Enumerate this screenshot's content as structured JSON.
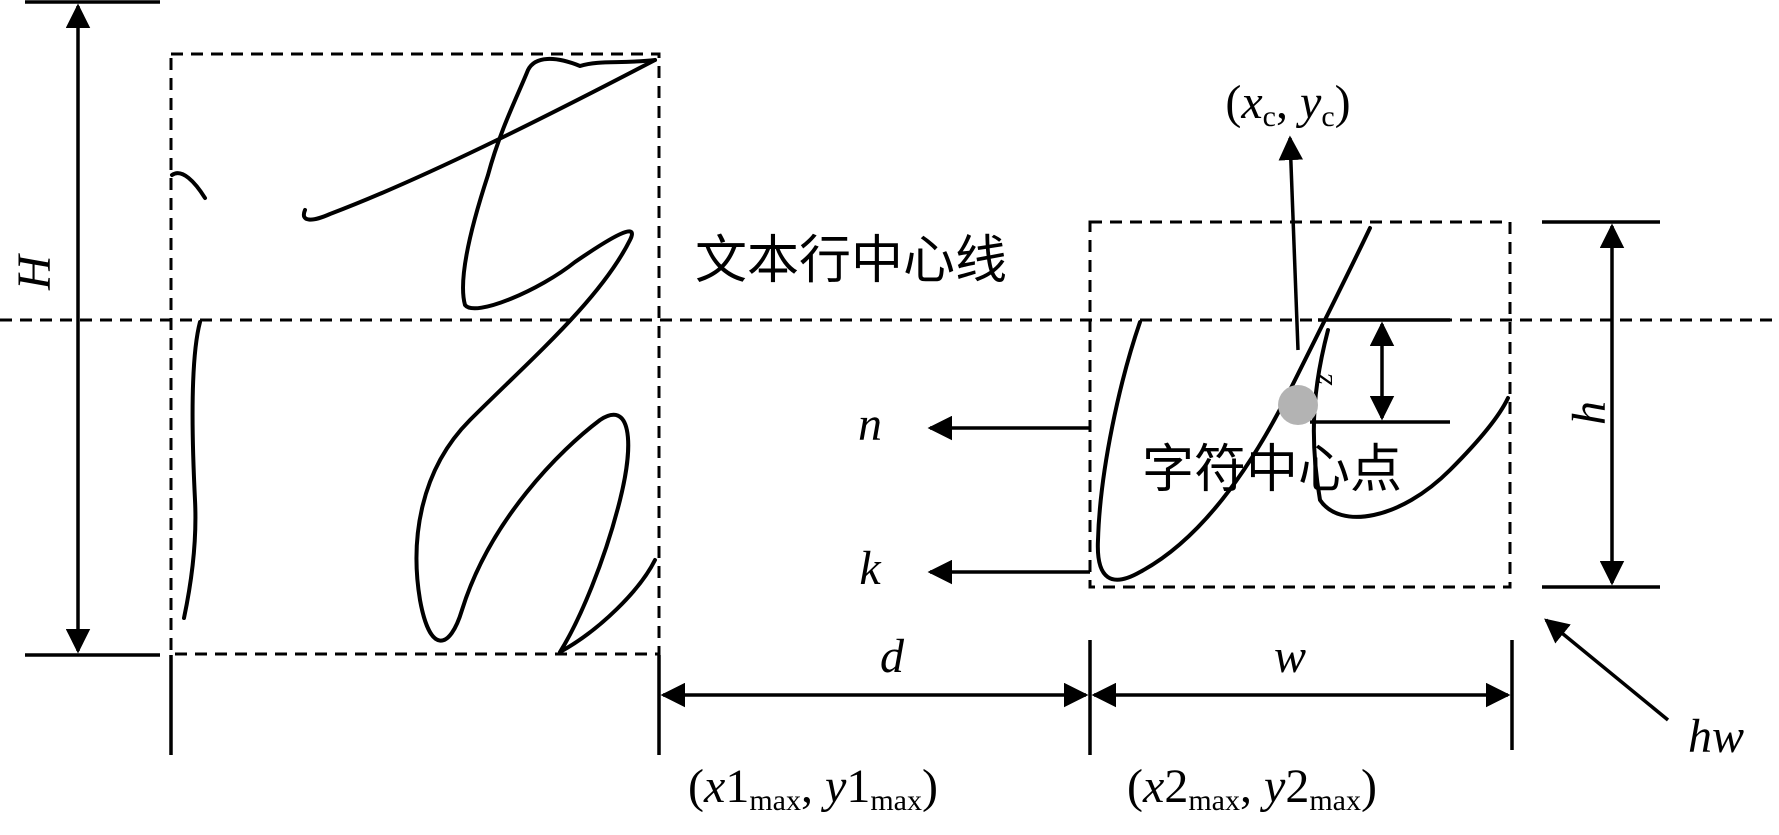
{
  "labels": {
    "H": "H",
    "h": "h",
    "z": "z",
    "d": "d",
    "w": "w",
    "n": "n",
    "k": "k",
    "hw": "hw",
    "text_line_center": "文本行中心线",
    "char_center_point": "字符中心点",
    "center_coord": {
      "open": "(",
      "x": "x",
      "x_sub": "c",
      "sep": ", ",
      "y": "y",
      "y_sub": "c",
      "close": ")"
    },
    "coord1": {
      "open": "(",
      "x": "x",
      "x_num": "1",
      "x_sub": "max",
      "sep": ",  ",
      "y": "y",
      "y_num": "1",
      "y_sub": "max",
      "close": ")"
    },
    "coord2": {
      "open": "(",
      "x": "x",
      "x_num": "2",
      "x_sub": "max",
      "sep": ",  ",
      "y": "y",
      "y_num": "2",
      "y_sub": "max",
      "close": ")"
    }
  },
  "colors": {
    "ink": "#000000",
    "center_dot": "#b3b3b3"
  }
}
